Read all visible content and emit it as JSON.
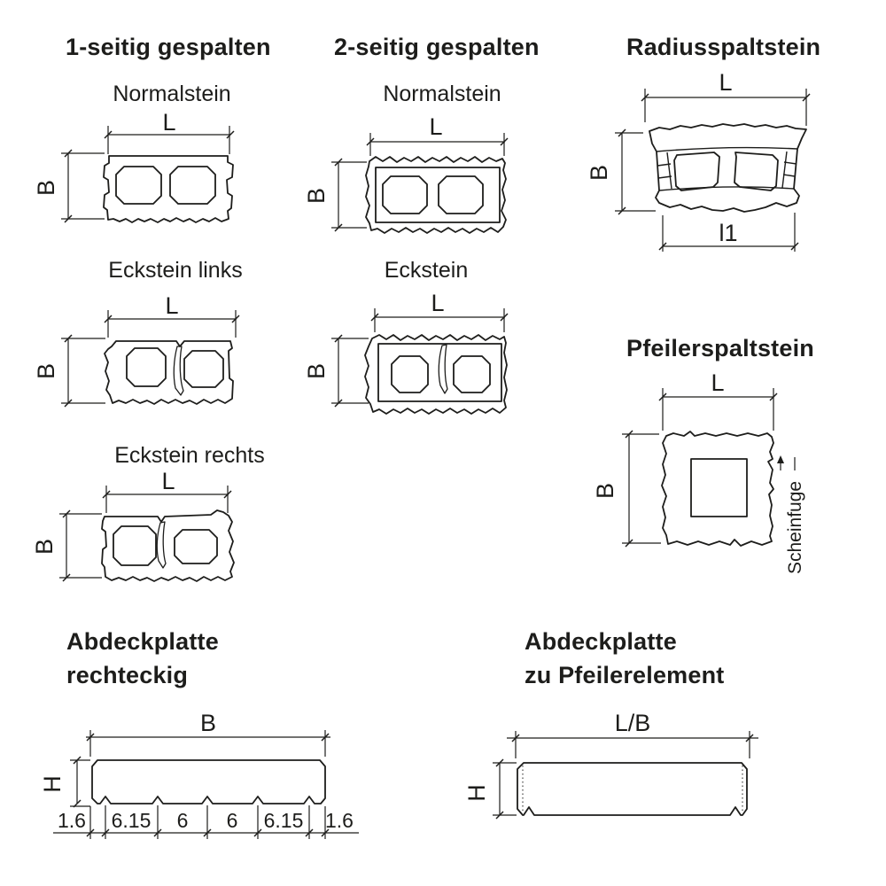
{
  "page": {
    "background": "#ffffff",
    "ink_color": "#1d1d1b"
  },
  "sections": {
    "one_sided": {
      "title": "1-seitig gespalten"
    },
    "two_sided": {
      "title": "2-seitig gespalten"
    },
    "radius": {
      "title": "Radiusspaltstein"
    },
    "pfeiler": {
      "title": "Pfeilerspaltstein"
    },
    "cover_rect": {
      "title_line1": "Abdeckplatte",
      "title_line2": "rechteckig"
    },
    "cover_pfeiler": {
      "title_line1": "Abdeckplatte",
      "title_line2": "zu Pfeilerelement"
    }
  },
  "drawings": {
    "normalstein_1": {
      "label": "Normalstein",
      "dim_top": "L",
      "dim_left": "B"
    },
    "eckstein_links": {
      "label": "Eckstein links",
      "dim_top": "L",
      "dim_left": "B"
    },
    "eckstein_rechts": {
      "label": "Eckstein rechts",
      "dim_top": "L",
      "dim_left": "B"
    },
    "normalstein_2": {
      "label": "Normalstein",
      "dim_top": "L",
      "dim_left": "B"
    },
    "eckstein": {
      "label": "Eckstein",
      "dim_top": "L",
      "dim_left": "B"
    },
    "radius": {
      "dim_top": "L",
      "dim_left": "B",
      "dim_bottom": "l1"
    },
    "pfeiler": {
      "dim_top": "L",
      "dim_left": "B",
      "joint_label": "Scheinfuge"
    },
    "cover_rect": {
      "dim_top": "B",
      "dim_left": "H",
      "bottom_segments": [
        "1.6",
        "6.15",
        "6",
        "6",
        "6.15",
        "1.6"
      ]
    },
    "cover_pfeiler": {
      "dim_top": "L/B",
      "dim_left": "H"
    }
  }
}
